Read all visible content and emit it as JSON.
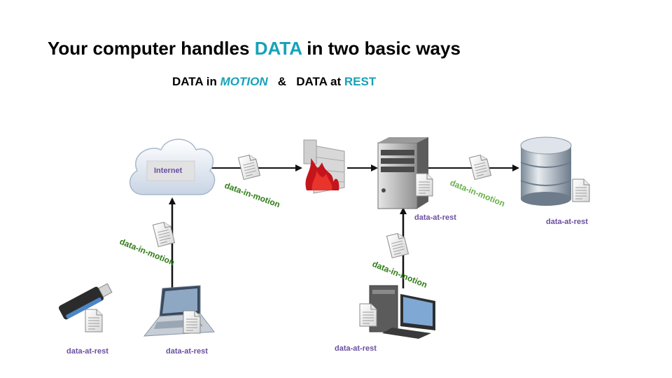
{
  "title": {
    "prefix": "Your computer handles ",
    "highlight": "DATA",
    "suffix": " in two basic ways"
  },
  "subtitle": {
    "part1": "DATA in ",
    "motion": "MOTION",
    "amp": "   &   ",
    "part2": "DATA at ",
    "rest": "REST"
  },
  "colors": {
    "accent": "#16a2b8",
    "motion_label": "#2f7d18",
    "rest_label": "#6a4fa0"
  },
  "labels": {
    "internet": "Internet",
    "motion_cloud_firewall": "data-in-motion",
    "motion_laptop_cloud": "data-in-motion",
    "motion_desktop_server": "data-in-motion",
    "motion_server_db": "data-in-motion",
    "rest_server": "data-at-rest",
    "rest_db": "data-at-rest",
    "rest_usb": "data-at-rest",
    "rest_laptop": "data-at-rest",
    "rest_desktop": "data-at-rest"
  }
}
